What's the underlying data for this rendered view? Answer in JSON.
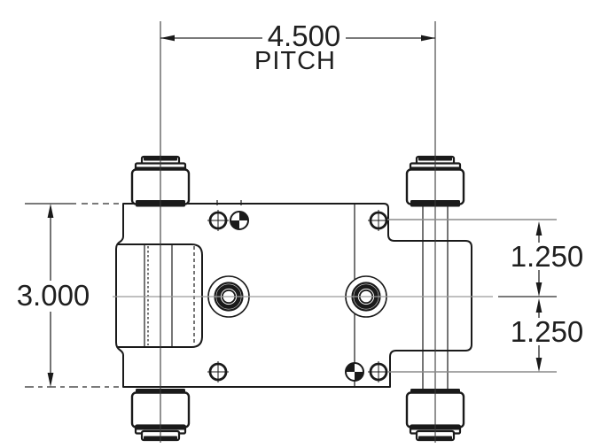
{
  "drawing": {
    "type": "engineering-dimension-drawing",
    "view": "top-view-roller-chain-link",
    "dimensions": {
      "pitch_value": "4.500",
      "pitch_label": "PITCH",
      "overall_height": "3.000",
      "upper_hole_offset": "1.250",
      "lower_hole_offset": "1.250"
    },
    "colors": {
      "line": "#1a1a1a",
      "centerline_gray": "#9a9a9a",
      "background": "#ffffff"
    }
  }
}
